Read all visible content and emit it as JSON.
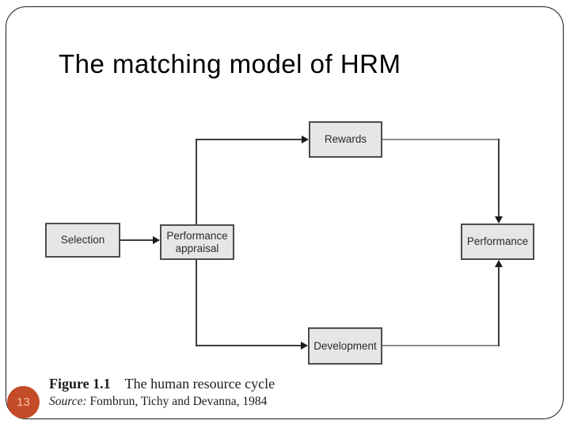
{
  "slide": {
    "title": "The matching model of HRM"
  },
  "diagram": {
    "nodes": {
      "selection": {
        "label": "Selection"
      },
      "appraisal": {
        "label": "Performance appraisal"
      },
      "rewards": {
        "label": "Rewards"
      },
      "development": {
        "label": "Development"
      },
      "performance": {
        "label": "Performance"
      }
    },
    "edges": [
      {
        "from": "selection",
        "to": "appraisal"
      },
      {
        "from": "appraisal",
        "to": "rewards"
      },
      {
        "from": "rewards",
        "to": "performance"
      },
      {
        "from": "appraisal",
        "to": "development"
      },
      {
        "from": "development",
        "to": "performance"
      }
    ]
  },
  "caption": {
    "figure_label": "Figure 1.1",
    "figure_title": "The human resource cycle",
    "source_prefix": "Source:",
    "source_text": " Fombrun, Tichy and Devanna, 1984"
  },
  "page_number": "13",
  "colors": {
    "node_fill": "#e6e6e6",
    "node_border": "#4d4d4d",
    "connector_dark": "#3c3c3c",
    "connector_gray": "#8c8c8c",
    "badge_fill": "#c44b27",
    "badge_text": "#f3c0a0"
  }
}
